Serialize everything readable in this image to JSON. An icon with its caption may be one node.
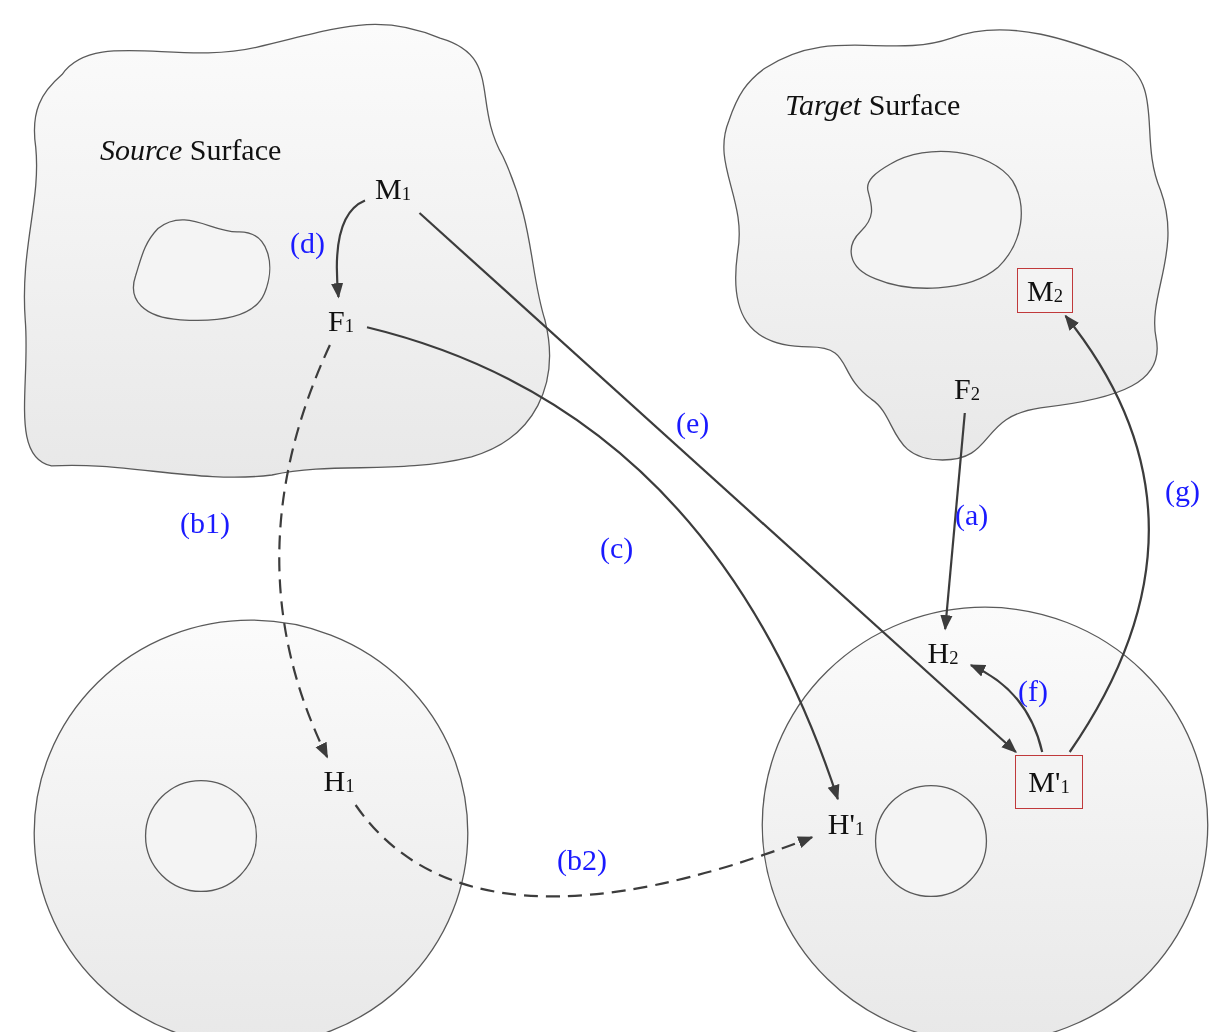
{
  "diagram": {
    "nodes": [
      {
        "text": [
          "*Source* Surface"
        ]
      },
      {
        "text": [],
        "shape": "blob",
        "in": 0
      },
      {
        "text": [
          "M$_{1}$"
        ],
        "in": 0
      },
      {
        "text": [
          "F$_{1}$"
        ],
        "in": 0
      },
      {
        "text": [
          "*Target* Surface"
        ]
      },
      {
        "text": [],
        "shape": "blob",
        "in": 4
      },
      {
        "text": [
          "M$_{2}$"
        ],
        "in": 4
      },
      {
        "text": [
          "F$_{2}$"
        ],
        "in": 4
      },
      {
        "text": [],
        "shape": "circle"
      },
      {
        "text": [],
        "shape": "circle",
        "in": 8
      },
      {
        "text": [
          "H$_{1}$"
        ],
        "in": 8
      },
      {
        "text": [],
        "shape": "circle"
      },
      {
        "text": [],
        "shape": "circle",
        "in": 11
      },
      {
        "text": [
          "H$_{2}$"
        ],
        "in": 11
      },
      {
        "text": [
          "H'$_{1}$"
        ],
        "in": 11
      },
      {
        "text": [
          "M'$_{1}$"
        ],
        "in": 11
      }
    ],
    "edges": [
      {
        "from": 2,
        "to": 3,
        "arrow": "to",
        "label": "(d)"
      },
      {
        "from": 3,
        "to": 10,
        "arrow": "to",
        "label": "(b1)",
        "style": "dashed"
      },
      {
        "from": 3,
        "to": 14,
        "arrow": "to",
        "label": "(c)"
      },
      {
        "from": 2,
        "to": 15,
        "arrow": "to",
        "label": "(e)"
      },
      {
        "from": 7,
        "to": 13,
        "arrow": "to",
        "label": "(a)"
      },
      {
        "from": 15,
        "to": 13,
        "arrow": "to",
        "label": "(f)"
      },
      {
        "from": 15,
        "to": 6,
        "arrow": "to",
        "label": "(g)"
      },
      {
        "from": 10,
        "to": 14,
        "arrow": "to",
        "label": "(b2)",
        "style": "dashed"
      }
    ]
  }
}
